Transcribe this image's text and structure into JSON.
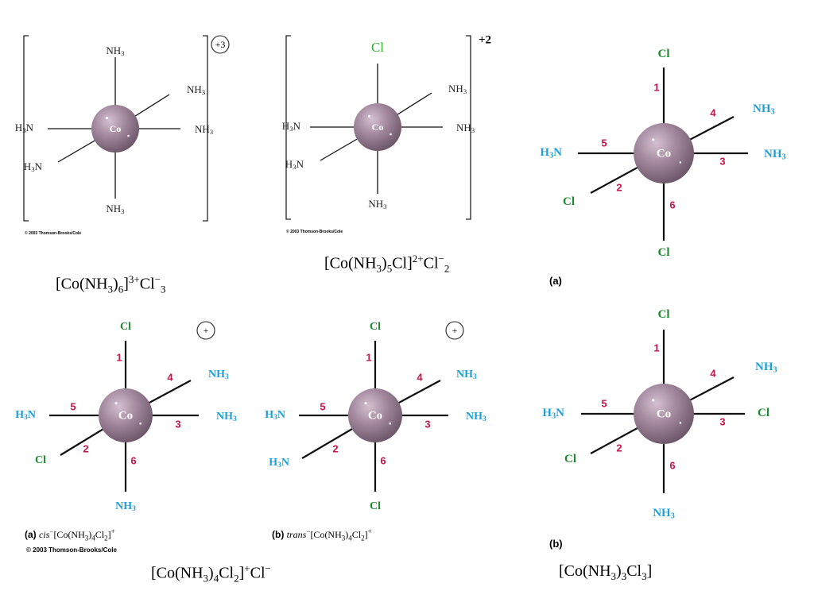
{
  "colors": {
    "ammine": "#1e9fd8",
    "chloro": "#1b8a2e",
    "chloro_bright": "#2fb52f",
    "position_number": "#c8154c",
    "atom_fill": "#a58aa0",
    "bond": "#111111",
    "plain_label": "#222222"
  },
  "atom_label": "Co",
  "panels": [
    {
      "id": "hexaammine",
      "charge": "+3",
      "copyright": "© 2003 Thomson-Brooks/Cole",
      "ligands": {
        "top": "NH3",
        "bottom": "NH3",
        "left": "H3N",
        "right": "NH3",
        "upper_right": "NH3",
        "lower_left": "H3N"
      }
    },
    {
      "id": "pentaamminechloro",
      "charge": "+2",
      "copyright": "© 2003 Thomson-Brooks/Cole",
      "ligands": {
        "top": "Cl",
        "bottom": "NH3",
        "left": "H3N",
        "right": "NH3",
        "upper_right": "NH3",
        "lower_left": "H3N"
      }
    },
    {
      "id": "triammine_a",
      "part_label": "(a)",
      "numbers": {
        "top": "1",
        "lower_left": "2",
        "right": "3",
        "upper_right": "4",
        "left": "5",
        "bottom": "6"
      },
      "ligands": {
        "top": "Cl",
        "bottom": "Cl",
        "left": "H3N",
        "right": "NH3",
        "upper_right": "NH3",
        "lower_left": "Cl"
      }
    },
    {
      "id": "cis",
      "charge": "+",
      "numbers": {
        "top": "1",
        "lower_left": "2",
        "right": "3",
        "upper_right": "4",
        "left": "5",
        "bottom": "6"
      },
      "ligands": {
        "top": "Cl",
        "bottom": "NH3",
        "left": "H3N",
        "right": "NH3",
        "upper_right": "NH3",
        "lower_left": "Cl"
      },
      "caption": {
        "label": "(a)",
        "prefix": "cis",
        "formula": "-[Co(NH3)4Cl2]+"
      },
      "copyright": "© 2003 Thomson-Brooks/Cole"
    },
    {
      "id": "trans",
      "charge": "+",
      "numbers": {
        "top": "1",
        "lower_left": "2",
        "right": "3",
        "upper_right": "4",
        "left": "5",
        "bottom": "6"
      },
      "ligands": {
        "top": "Cl",
        "bottom": "Cl",
        "left": "H3N",
        "right": "NH3",
        "upper_right": "NH3",
        "lower_left": "H3N"
      },
      "caption": {
        "label": "(b)",
        "prefix": "trans",
        "formula": "-[Co(NH3)4Cl2]+"
      }
    },
    {
      "id": "triammine_b",
      "part_label": "(b)",
      "numbers": {
        "top": "1",
        "lower_left": "2",
        "right": "3",
        "upper_right": "4",
        "left": "5",
        "bottom": "6"
      },
      "ligands": {
        "top": "Cl",
        "bottom": "NH3",
        "left": "H3N",
        "right": "Cl",
        "upper_right": "NH3",
        "lower_left": "Cl"
      }
    }
  ],
  "formulas": {
    "hexaammine": "[Co(NH3)6]3+Cl-3",
    "pentaamminechloro": "[Co(NH3)5Cl]2+Cl-2",
    "tetraammine": "[Co(NH3)4Cl2]+Cl-",
    "triammine": "[Co(NH3)3Cl3]"
  }
}
